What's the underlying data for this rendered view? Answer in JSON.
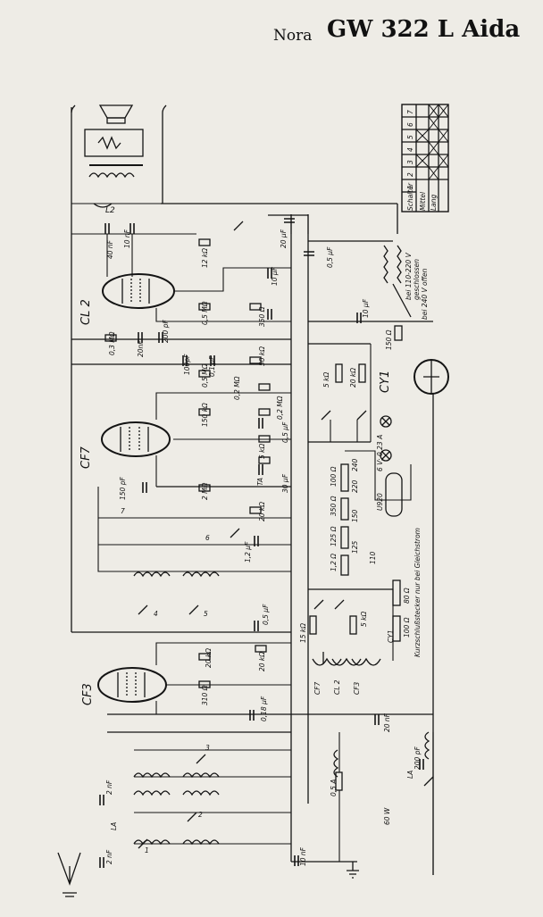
{
  "header": {
    "brand": "Nora",
    "model": "GW 322 L Aida"
  },
  "switch_table": {
    "rows": [
      "Schalter",
      "Mittel",
      "Lang"
    ],
    "columns": [
      "1",
      "2",
      "3",
      "4",
      "5",
      "6",
      "7"
    ]
  },
  "tubes": {
    "cl2": "CL 2",
    "cf7": "CF7",
    "cf3": "CF3",
    "cy1": "CY1"
  },
  "components": {
    "c40nf": "40 nF",
    "c10nf": "10 nF",
    "r12k": "12 kΩ",
    "c20uf": "20 μF",
    "c05uf": "0,5 μF",
    "c10uf_a": "10 μF",
    "r05m_a": "0,5 MΩ",
    "r350": "350 Ω",
    "c10uf_b": "10 μF",
    "r03m": "0,3 MΩ",
    "c20nf_a": "20nF",
    "c200pf": "200 pF",
    "c100pf": "100pF",
    "c01uf": "0,1 μF",
    "r50k": "50 kΩ",
    "r05m_b": "0,5 MΩ",
    "r02m_a": "0,2 MΩ",
    "r02m_b": "0,2 MΩ",
    "r150k": "150 kΩ",
    "c05uf_b": "0,5 μF",
    "r5k": "5 kΩ",
    "c150pf": "150 pF",
    "r2m": "2 MΩ",
    "r20k_a": "20 kΩ",
    "c30uf": "30 μF",
    "ta": "TA",
    "r5k_b": "5 kΩ",
    "r20k_b": "20 kΩ",
    "r150_ohm": "150 Ω",
    "lamp": "6 V; 0,23 A",
    "u920": "U920",
    "r100": "100 Ω",
    "r350b": "350 Ω",
    "r125": "125 Ω",
    "r1_2": "1,2 Ω",
    "r80": "80 Ω",
    "r100b": "100 Ω",
    "r15k": "15 kΩ",
    "r5k_c": "5 kΩ",
    "c05uf_c": "0,5 μF",
    "r20k_c": "20 kΩ",
    "r20k_d": "20 kΩ",
    "r310": "310 Ω",
    "c018uf": "0,18 μF",
    "c20nf_b": "20 nF",
    "c200pf_b": "200 pF",
    "fuse": "0,5 A",
    "w60": "60 W",
    "c2nf_a": "2 nF",
    "c2nf_b": "2 nF",
    "c10nf_b": "10 nF",
    "la_a": "LA",
    "la_b": "LA",
    "c1_2uf": "1,2 μF",
    "t240": "240",
    "t220": "220",
    "t150": "150",
    "t125": "125",
    "t110": "110"
  },
  "notes": {
    "mains_a": "bei 110-220 V",
    "mains_b": "geschlossen",
    "mains_c": "bei 240 V offen",
    "short_plug": "Kurzschlußstecker nur bei Gleichstrom"
  },
  "switch_numbers": [
    "1",
    "2",
    "3",
    "4",
    "5",
    "6",
    "7"
  ]
}
